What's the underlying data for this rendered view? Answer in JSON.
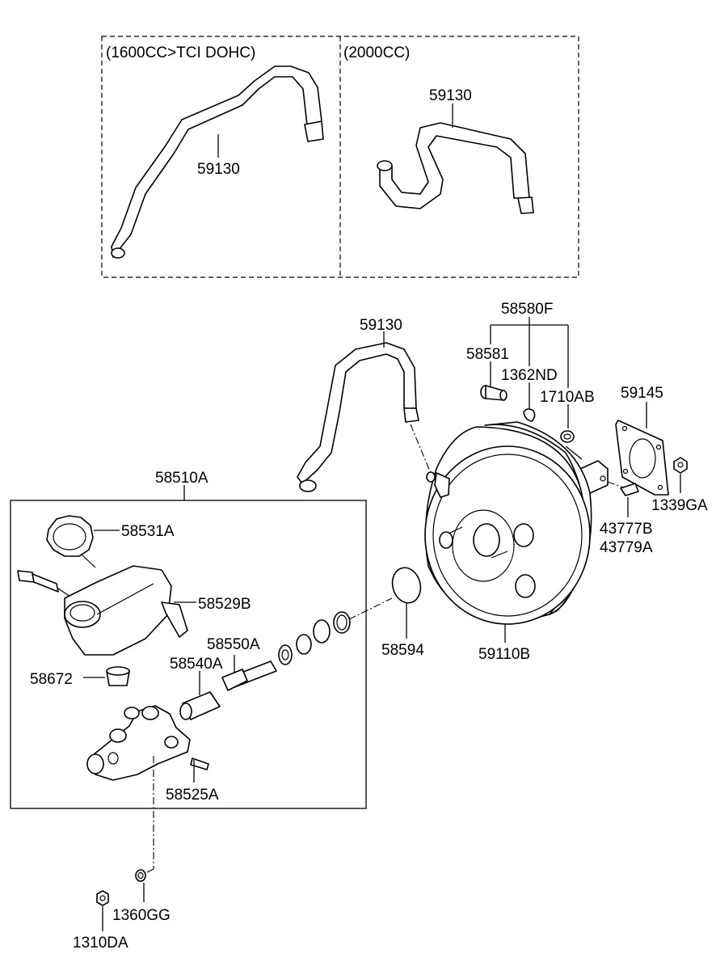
{
  "variants": {
    "left_label": "(1600CC>TCI DOHC)",
    "right_label": "(2000CC)"
  },
  "parts": {
    "hose_1600": "59130",
    "hose_2000": "59130",
    "hose_main": "59130",
    "pin_kit": "58580F",
    "pin": "58581",
    "clip": "1362ND",
    "washer": "1710AB",
    "gasket": "59145",
    "nut_booster": "1339GA",
    "clevis_pin_1": "43777B",
    "clevis_pin_2": "43779A",
    "booster": "59110B",
    "o_ring": "58594",
    "master_cyl_assy": "58510A",
    "reservoir_cap": "58531A",
    "reservoir": "58529B",
    "secondary_piston": "58550A",
    "primary_piston": "58540A",
    "grommet": "58672",
    "bolt": "58525A",
    "washer_bottom": "1360GG",
    "nut_bottom": "1310DA"
  }
}
